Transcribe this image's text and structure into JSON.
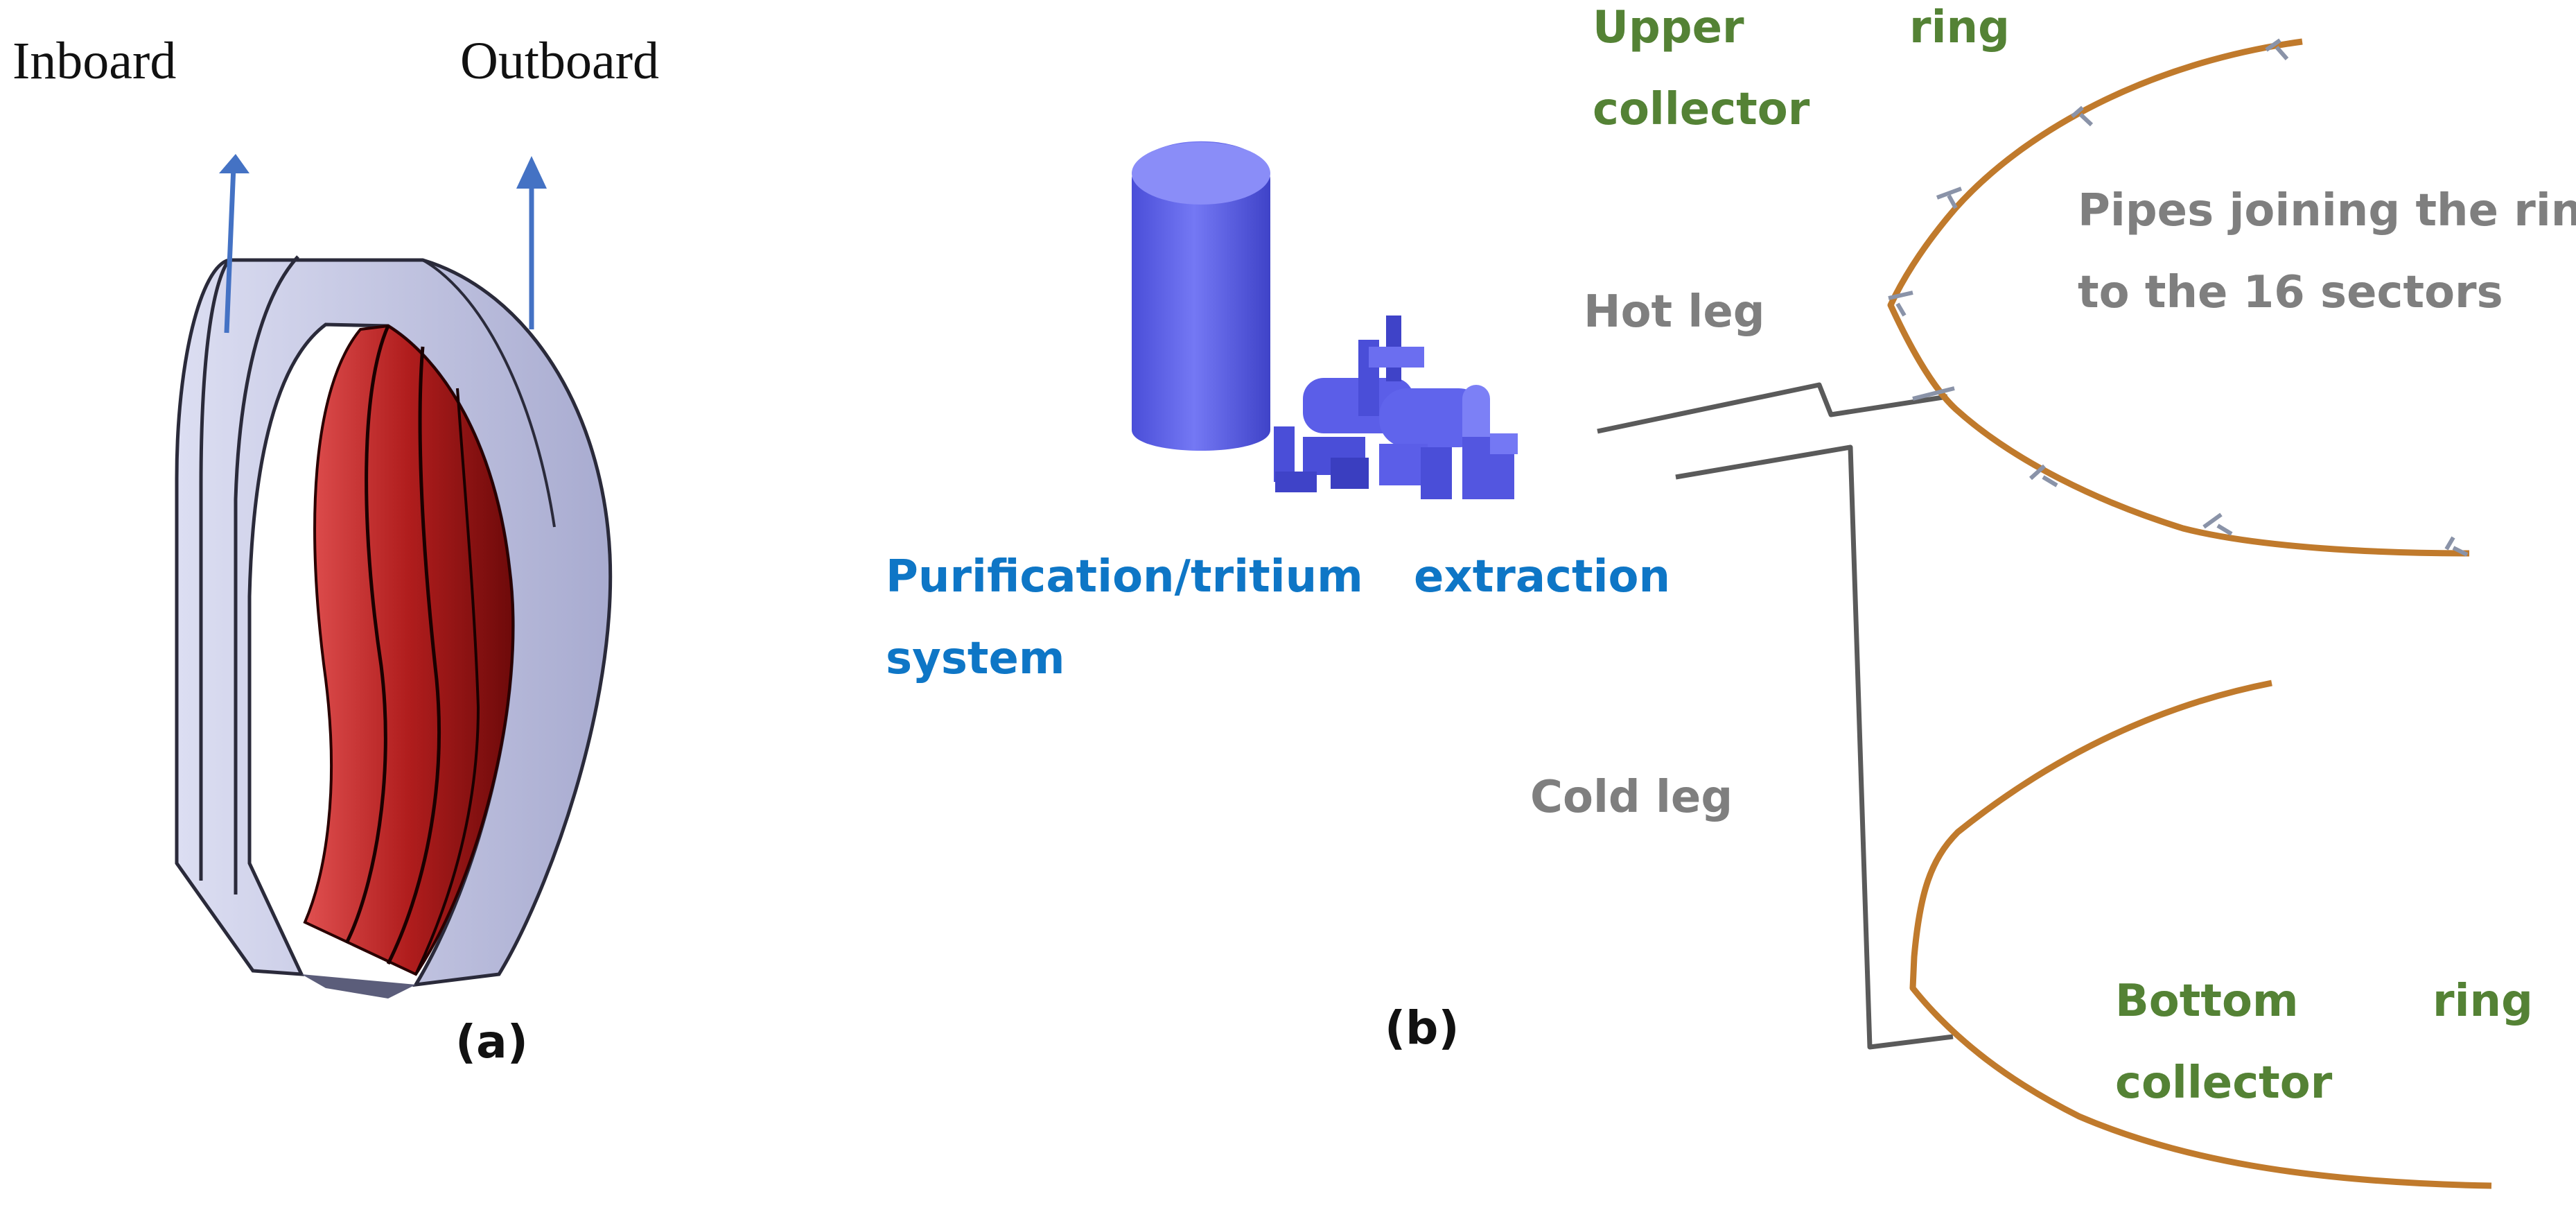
{
  "panel_a": {
    "inboard_label": "Inboard",
    "outboard_label": "Outboard",
    "caption": "(a)"
  },
  "panel_b": {
    "upper_ring_word1": "Upper",
    "upper_ring_word2": "ring",
    "upper_ring_word3": "collector",
    "pipes_line1": "Pipes joining the ring",
    "pipes_line2": "to the 16 sectors",
    "hot_leg": "Hot leg",
    "cold_leg": "Cold leg",
    "purification_word1": "Purification/tritium",
    "purification_word2": "extraction",
    "purification_word3": "system",
    "bottom_ring_word1": "Bottom",
    "bottom_ring_word2": "ring",
    "bottom_ring_word3": "collector",
    "caption": "(b)"
  },
  "colors": {
    "label_green": "#548235",
    "label_gray": "#7f7f7f",
    "label_blue": "#0e76c6",
    "ring_orange": "#c07a2c",
    "pipe_gray": "#5a5a5a",
    "arrow_blue": "#4472c4",
    "coil_lavender": "#c6c8e6",
    "coil_red": "#a01818",
    "tank_blue": "#5b5ee8"
  }
}
